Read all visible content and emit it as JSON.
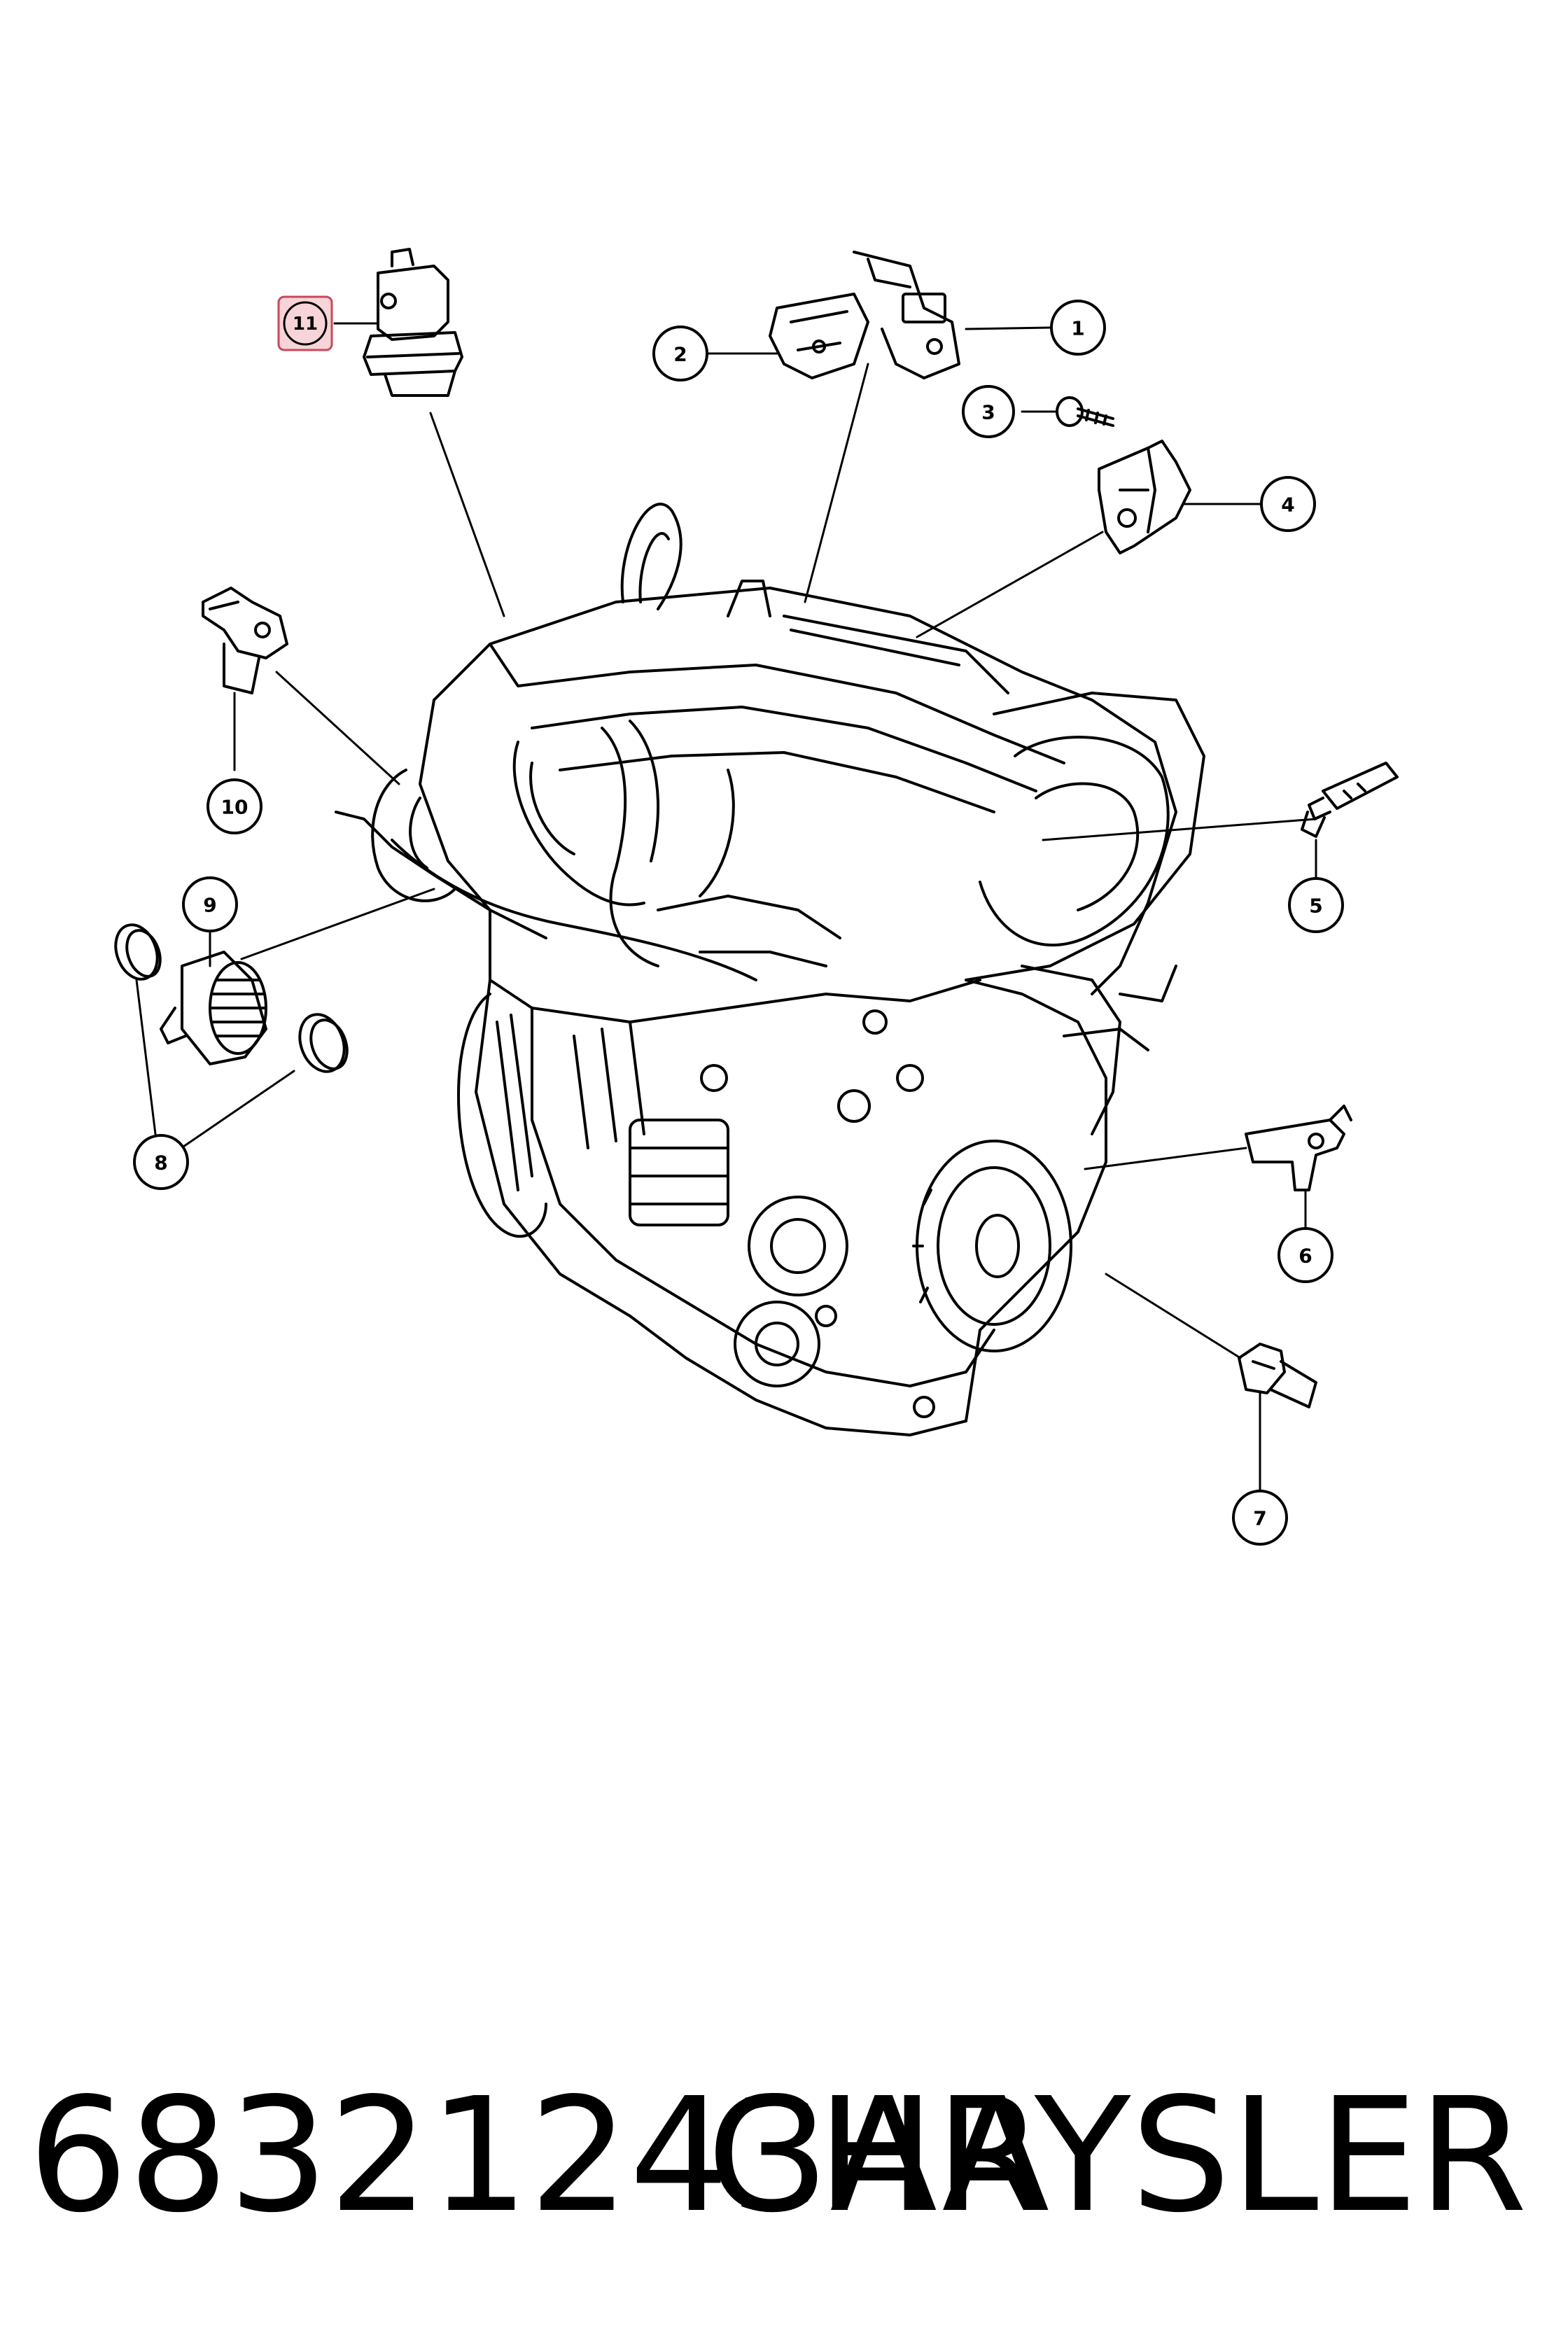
{
  "footer": {
    "part_number": "68321243AA",
    "brand": "CHRYSLER"
  },
  "callouts": [
    "1",
    "2",
    "3",
    "4",
    "5",
    "6",
    "7",
    "8",
    "9",
    "10",
    "11"
  ],
  "highlight": {
    "callout": "11",
    "fill": "#f7d4d8",
    "stroke": "#c8485a"
  },
  "icons": [
    "engine-assembly-drawing",
    "pressure-sensor-icon",
    "sensor-bracket-icon",
    "screw-icon",
    "crank-sensor-icon",
    "temperature-sensor-icon",
    "air-flow-meter-icon",
    "hose-clamp-icon",
    "speed-sensor-icon",
    "oil-pressure-switch-icon"
  ]
}
